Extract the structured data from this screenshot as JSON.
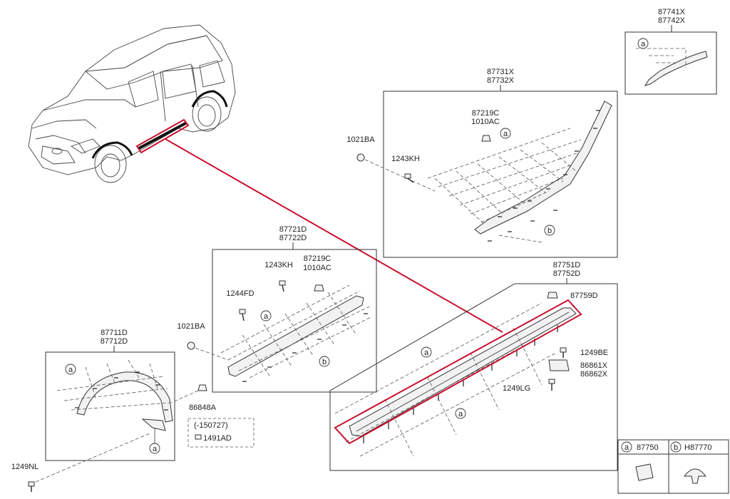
{
  "part_numbers": {
    "side_front_top": "87741X",
    "side_front_bot": "87742X",
    "rear_arch_top": "87731X",
    "rear_arch_bot": "87732X",
    "rear_clip_top": "87219C",
    "rear_clip_bot": "1010AC",
    "rear_nut": "1021BA",
    "rear_bolt": "1243KH",
    "front_door_top": "87721D",
    "front_door_bot": "87722D",
    "door_bolt": "1243KH",
    "door_clip_top": "87219C",
    "door_clip_bot": "1010AC",
    "door_screw": "1244FD",
    "door_nut": "1021BA",
    "front_arch_top": "87711D",
    "front_arch_bot": "87712D",
    "arch_clip": "86848A",
    "arch_date": "(-150727)",
    "arch_fastener": "1491AD",
    "arch_screw": "1249NL",
    "sill_top": "87751D",
    "sill_bot": "87752D",
    "sill_clip": "87759D",
    "sill_bolt1": "1249BE",
    "sill_bracket_top": "86861X",
    "sill_bracket_bot": "86862X",
    "sill_bolt2": "1249LG"
  },
  "callouts": {
    "a": "a",
    "b": "b"
  },
  "legend": {
    "a_letter": "a",
    "a_part": "87750",
    "b_letter": "b",
    "b_part": "H87770"
  },
  "colors": {
    "highlight": "#c8102e",
    "line": "#333333"
  }
}
